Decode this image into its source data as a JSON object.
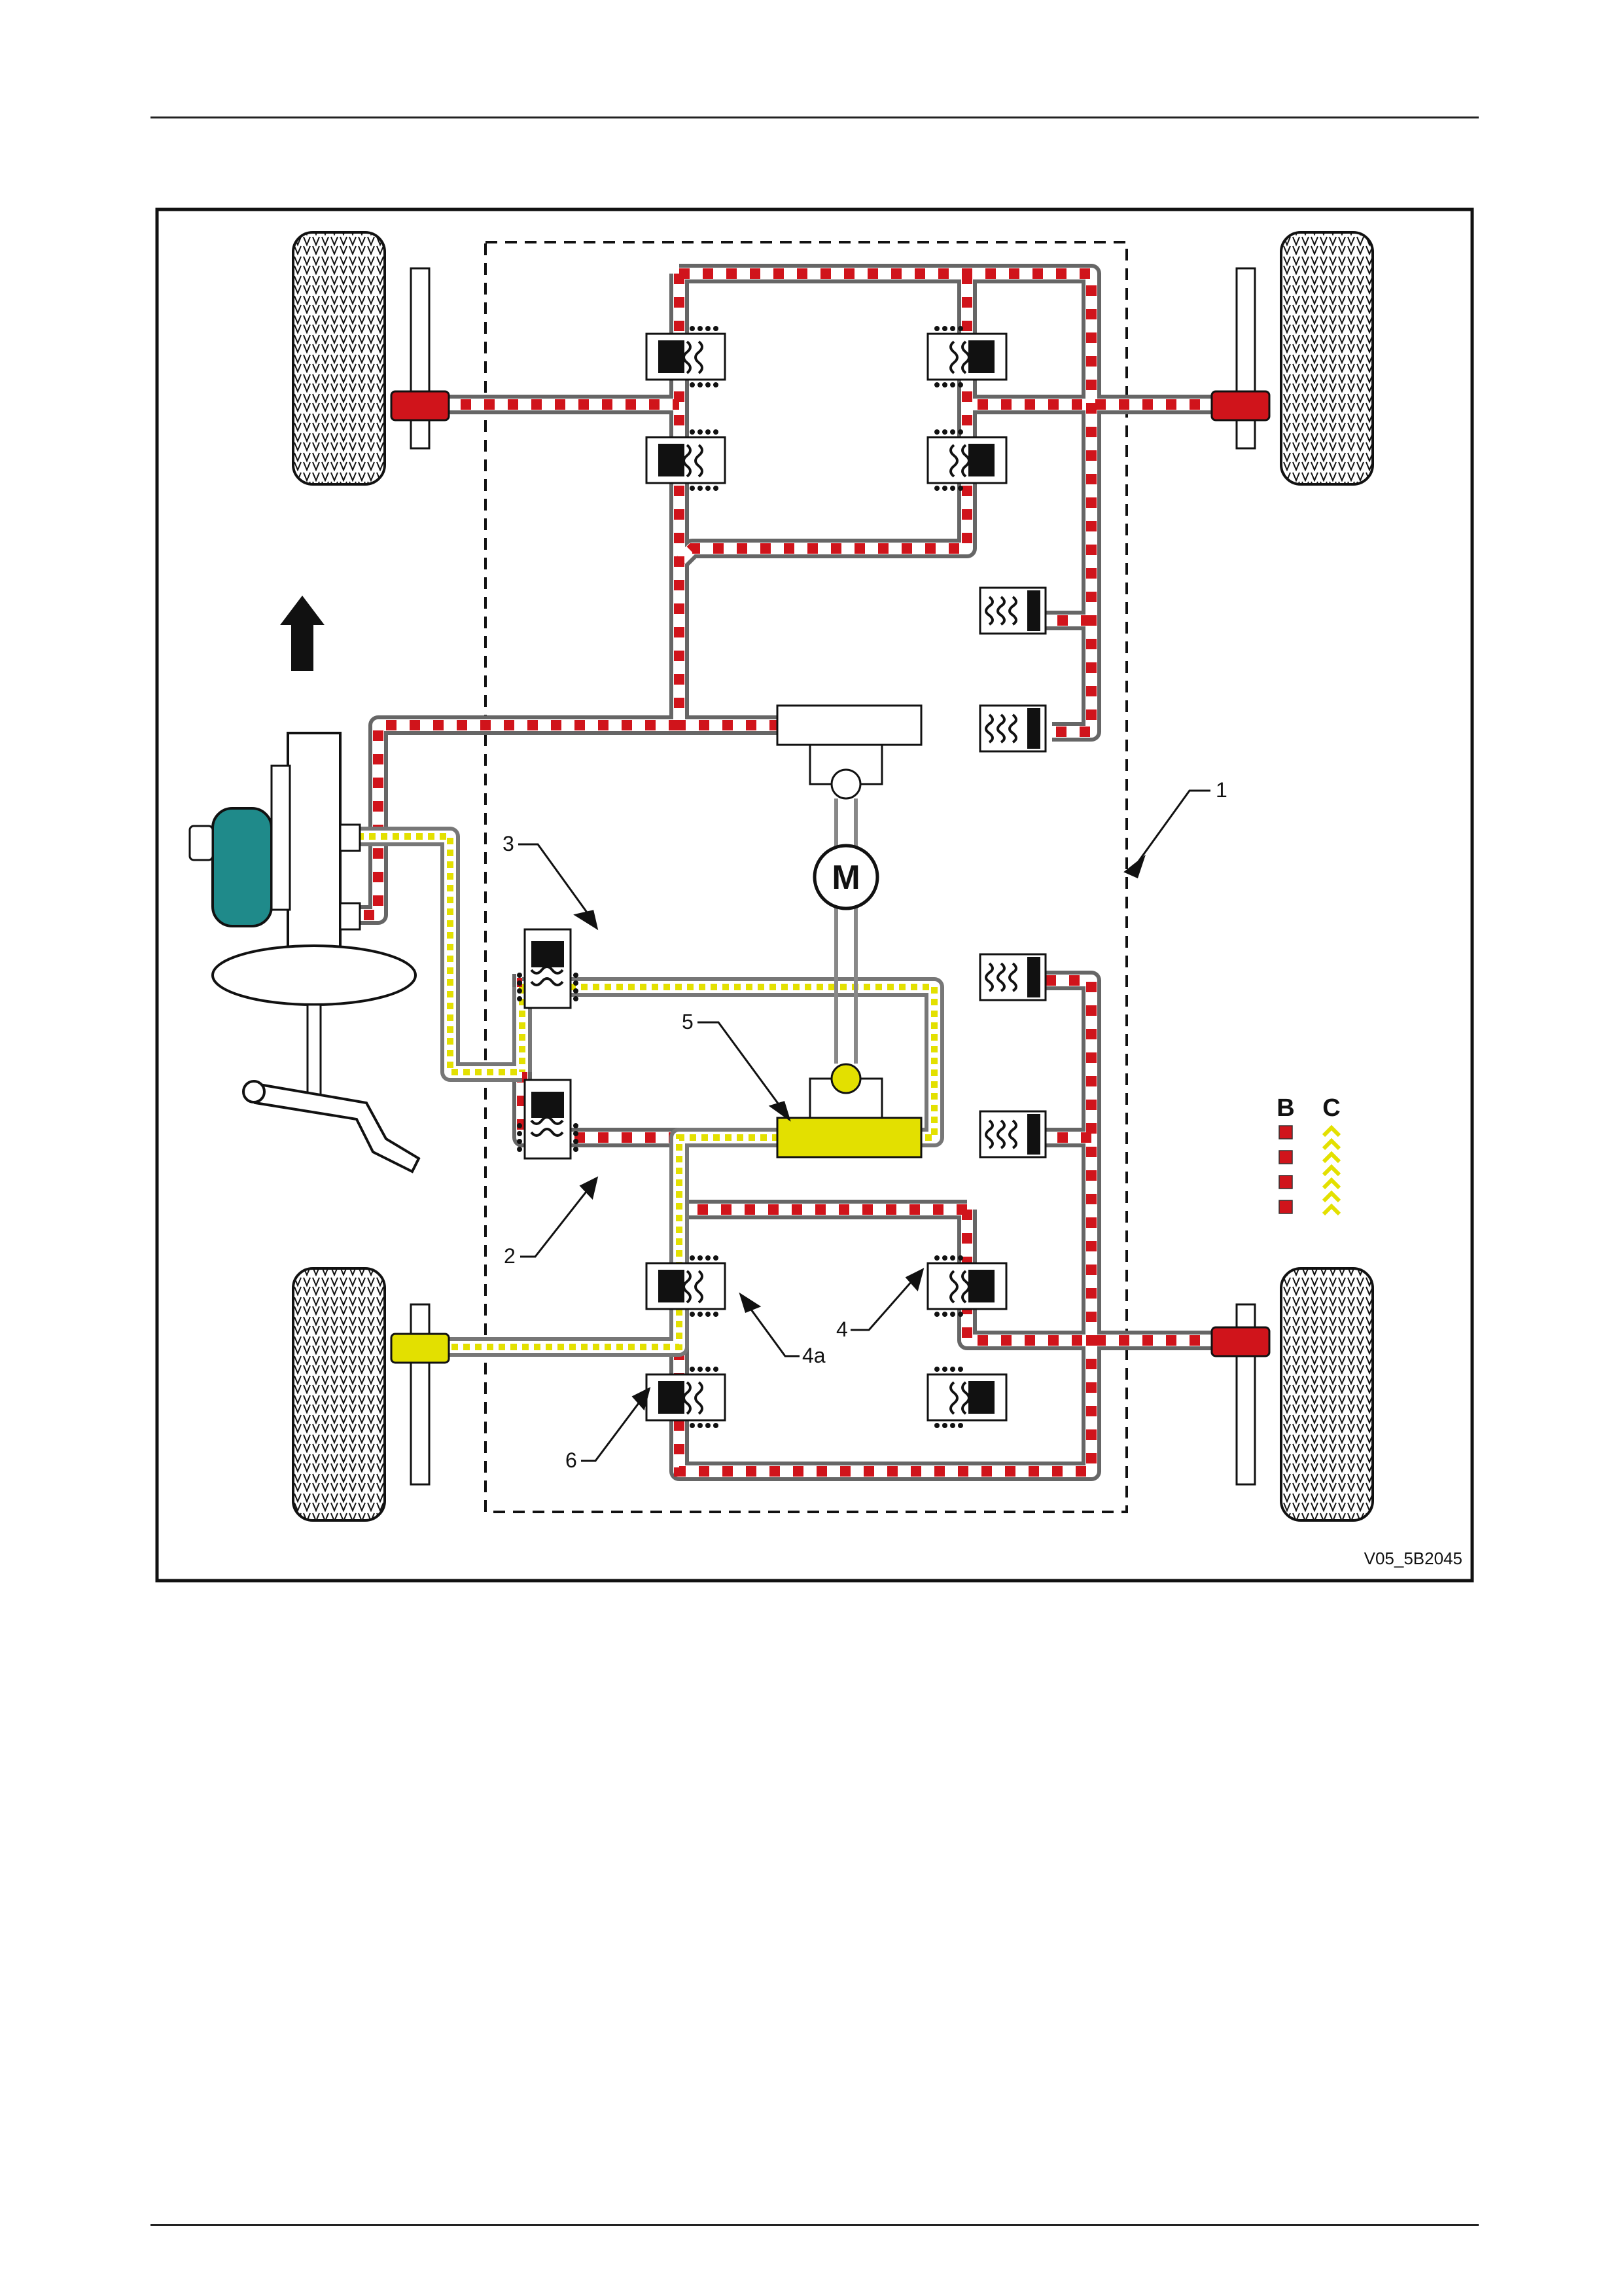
{
  "figure": {
    "code": "V05_5B2045",
    "motor_label": "M",
    "callouts": {
      "c1": "1",
      "c2": "2",
      "c3": "3",
      "c4": "4",
      "c4a": "4a",
      "c5": "5",
      "c6": "6"
    },
    "legend": {
      "b": "B",
      "c": "C"
    },
    "colors": {
      "pressure_line": "#d0141b",
      "return_line": "#e3e000",
      "booster": "#1f8a8a",
      "outline": "#111111"
    },
    "icons": [
      "tire-icon",
      "brake-disc-icon",
      "brake-caliper-icon",
      "solenoid-valve-icon",
      "accumulator-icon",
      "pump-icon",
      "motor-icon",
      "master-cylinder-icon",
      "brake-booster-icon",
      "brake-pedal-icon",
      "forward-arrow-icon"
    ]
  }
}
